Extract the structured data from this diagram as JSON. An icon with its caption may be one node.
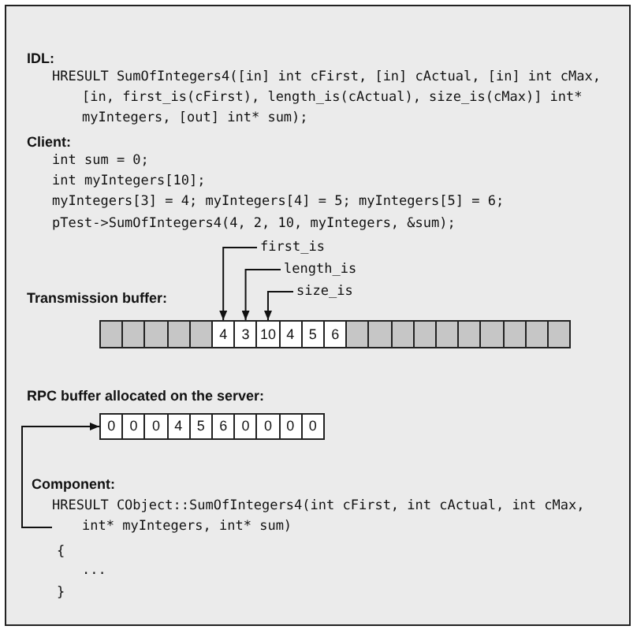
{
  "diagram": {
    "nodes": [
      {
        "text": [
          "first_is"
        ]
      },
      {
        "text": [
          "length_is"
        ]
      },
      {
        "text": [
          "size_is"
        ]
      },
      {
        "text": [],
        "shape": "box"
      },
      {
        "text": [],
        "shape": "box"
      },
      {
        "text": [],
        "shape": "box"
      },
      {
        "text": [],
        "shape": "box"
      },
      {
        "text": [],
        "shape": "box"
      },
      {
        "text": [
          "4"
        ]
      },
      {
        "text": [
          "3"
        ]
      },
      {
        "text": [
          "10"
        ]
      },
      {
        "text": [
          "4"
        ]
      },
      {
        "text": [
          "5"
        ]
      },
      {
        "text": [
          "6"
        ]
      },
      {
        "text": [],
        "shape": "box"
      },
      {
        "text": [],
        "shape": "box"
      },
      {
        "text": [],
        "shape": "box"
      },
      {
        "text": [],
        "shape": "box"
      },
      {
        "text": [],
        "shape": "box"
      },
      {
        "text": [],
        "shape": "box"
      },
      {
        "text": [],
        "shape": "box"
      },
      {
        "text": [],
        "shape": "box"
      },
      {
        "text": [],
        "shape": "box"
      },
      {
        "text": [],
        "shape": "box"
      },
      {
        "text": [
          "0"
        ]
      },
      {
        "text": [
          "0"
        ]
      },
      {
        "text": [
          "0"
        ]
      },
      {
        "text": [
          "4"
        ]
      },
      {
        "text": [
          "5"
        ]
      },
      {
        "text": [
          "6"
        ]
      },
      {
        "text": [
          "0"
        ]
      },
      {
        "text": [
          "0"
        ]
      },
      {
        "text": [
          "0"
        ]
      },
      {
        "text": [
          "0"
        ]
      },
      {
        "text": [
          "HRESULT CObject::SumOfIntegers4(int cFirst, int cActual, int cMax, int* myIntegers, int* sum)"
        ]
      }
    ],
    "edges": [
      {
        "from": 0,
        "to": 8,
        "arrow": "to"
      },
      {
        "from": 1,
        "to": 9,
        "arrow": "to"
      },
      {
        "from": 2,
        "to": 10,
        "arrow": "to"
      },
      {
        "from": 34,
        "to": 24,
        "arrow": "to"
      }
    ],
    "labels": [
      "IDL:",
      "HRESULT SumOfIntegers4([in] int cFirst, [in] cActual, [in] int cMax, [in, first_is(cFirst), length_is(cActual), size_is(cMax)] int* myIntegers, [out] int* sum);",
      "Client:",
      "int sum = 0;",
      "int myIntegers[10];",
      "myIntegers[3] = 4; myIntegers[4] = 5; myIntegers[5] = 6;",
      "pTest->SumOfIntegers4(4, 2, 10, myIntegers, &sum);",
      "Transmission buffer:",
      "RPC buffer allocated on the server:",
      "Component:",
      "{",
      "...",
      "}"
    ]
  }
}
